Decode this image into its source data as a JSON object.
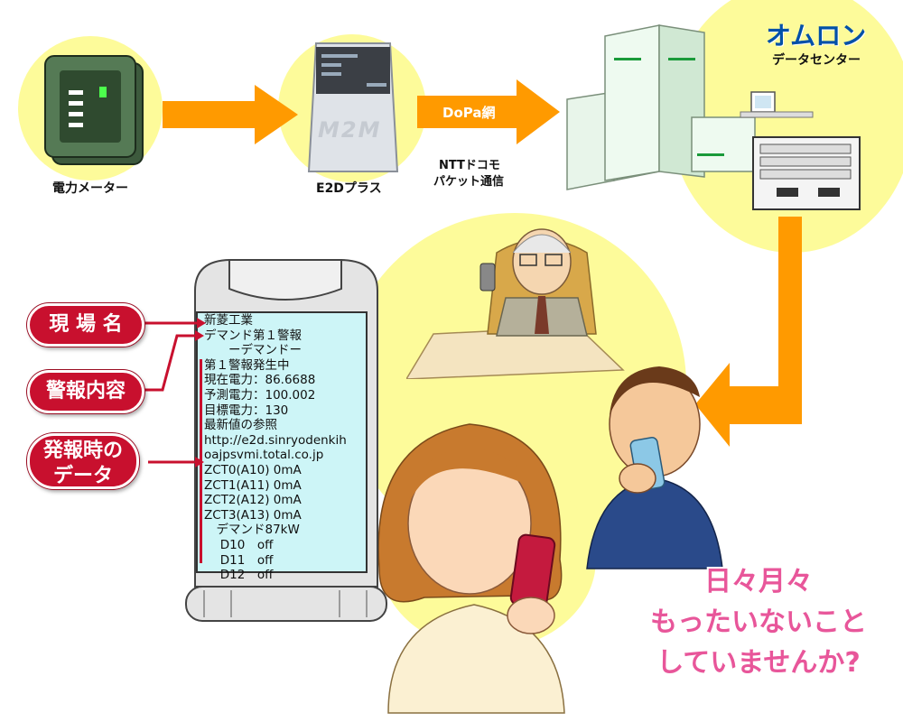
{
  "devices": {
    "meter_label": "電力メーター",
    "e2d_label": "E2Dプラス",
    "e2d_logo": "M2M"
  },
  "network": {
    "dopa_label": "DoPa網",
    "packet_line1": "NTTドコモ",
    "packet_line2": "パケット通信"
  },
  "datacenter": {
    "company": "オムロン",
    "label": "データセンター"
  },
  "phone_message": {
    "lines": [
      "新菱工業",
      "デマンド第１警報",
      "　　ーデマンドー",
      "第１警報発生中",
      "現在電力：86.6688",
      "予測電力：100.002",
      "目標電力：130",
      "最新値の参照",
      "http://e2d.sinryodenkih",
      "oajpsvmi.total.co.jp",
      "ZCT0(A10) 0mA",
      "ZCT1(A11) 0mA",
      "ZCT2(A12) 0mA",
      "ZCT3(A13) 0mA",
      "　デマンド87kW",
      "　 D10　off",
      "　 D11　off",
      "　 D12　off"
    ]
  },
  "callouts": {
    "site_name": "現 場 名",
    "alarm_content": "警報内容",
    "data_line1": "発報時の",
    "data_line2": "データ"
  },
  "slogan": {
    "line1": "日々月々",
    "line2": "もったいないこと",
    "line3": "していませんか?"
  },
  "colors": {
    "arrow_orange": "#ff9a00",
    "blob_yellow": "#fdfb9a",
    "callout_red": "#c8102e",
    "screen_cyan": "#cdf5f7",
    "slogan_pink": "#e8569a",
    "brand_blue": "#0050a8"
  }
}
